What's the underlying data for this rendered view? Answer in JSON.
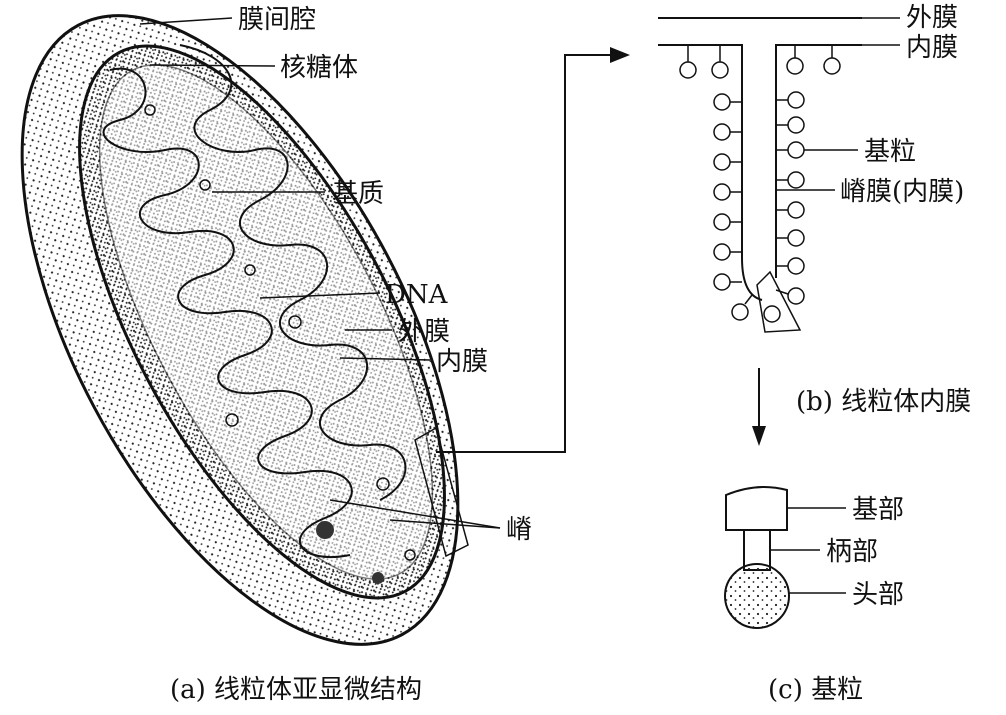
{
  "panel_a": {
    "labels": {
      "intermembrane_space": "膜间腔",
      "ribosome": "核糖体",
      "matrix": "基质",
      "dna": "DNA",
      "outer_membrane": "外膜",
      "inner_membrane": "内膜",
      "cristae": "嵴"
    },
    "caption": "(a) 线粒体亚显微结构"
  },
  "panel_b": {
    "labels": {
      "outer_membrane": "外膜",
      "inner_membrane": "内膜",
      "particle": "基粒",
      "crista_membrane": "嵴膜(内膜)"
    },
    "caption": "(b) 线粒体内膜"
  },
  "panel_c": {
    "labels": {
      "base": "基部",
      "stalk": "柄部",
      "head": "头部"
    },
    "caption": "(c) 基粒"
  }
}
